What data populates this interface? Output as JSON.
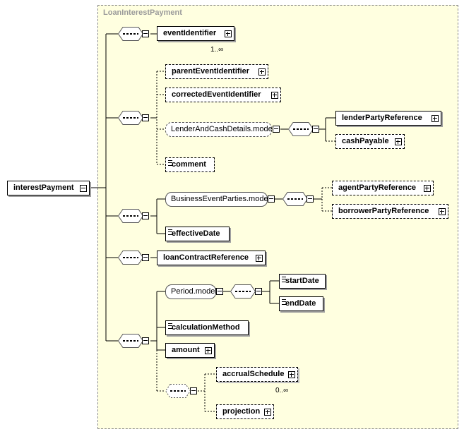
{
  "diagram": {
    "type_name": "LoanInterestPayment",
    "root": "interestPayment",
    "elements": {
      "eventIdentifier": "eventIdentifier",
      "eventIdentifier_card": "1..∞",
      "parentEventIdentifier": "parentEventIdentifier",
      "correctedEventIdentifier": "correctedEventIdentifier",
      "LenderAndCashDetails": "LenderAndCashDetails.model",
      "lenderPartyReference": "lenderPartyReference",
      "cashPayable": "cashPayable",
      "comment": "comment",
      "BusinessEventParties": "BusinessEventParties.model",
      "agentPartyReference": "agentPartyReference",
      "borrowerPartyReference": "borrowerPartyReference",
      "effectiveDate": "effectiveDate",
      "loanContractReference": "loanContractReference",
      "Period": "Period.model",
      "startDate": "startDate",
      "endDate": "endDate",
      "calculationMethod": "calculationMethod",
      "amount": "amount",
      "accrualSchedule": "accrualSchedule",
      "accrualSchedule_card": "0..∞",
      "projection": "projection"
    }
  }
}
